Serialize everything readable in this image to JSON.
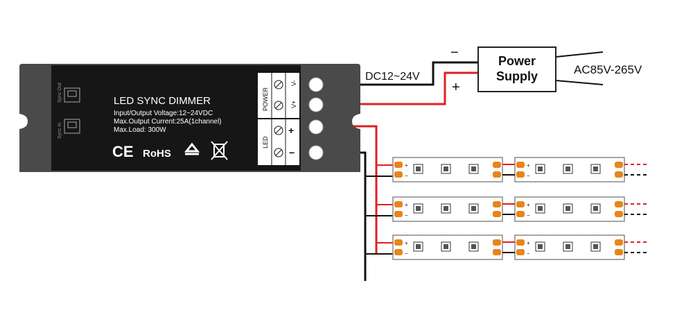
{
  "device": {
    "title": "LED SYNC DIMMER",
    "specs": [
      "Input/Output Voltage:12~24VDC",
      "Max.Output Current:25A(1channel)",
      "Max.Load: 300W"
    ],
    "ce_mark": "CE",
    "rohs_mark": "RoHS",
    "section_power": "POWER",
    "section_led": "LED",
    "terminal_labels": [
      "V-",
      "V+",
      "+",
      "−"
    ],
    "side_port_labels": [
      "Sync Out",
      "Sync In"
    ]
  },
  "power_supply": {
    "title_line1": "Power",
    "title_line2": "Supply",
    "input_label": "AC85V-265V",
    "output_label": "DC12~24V",
    "minus_label": "−",
    "plus_label": "+"
  },
  "strip": {
    "pad_plus": "+",
    "pad_minus": "−"
  },
  "colors": {
    "device_body": "#161616",
    "bracket": "#4a4a4a",
    "wire_red": "#e02020",
    "wire_black": "#111111",
    "pad_orange": "#e8851a"
  }
}
